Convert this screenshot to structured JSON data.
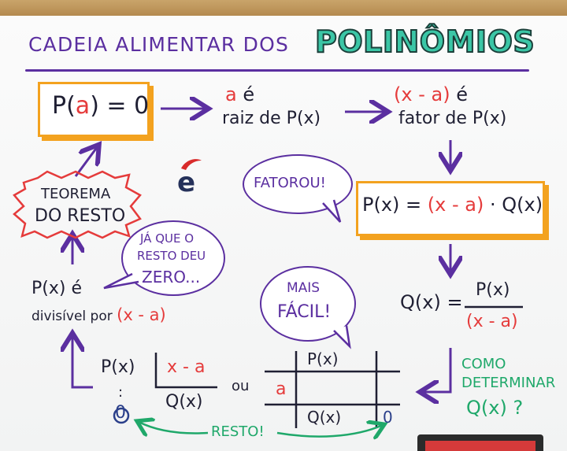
{
  "header": {
    "title": "CADEIA ALIMENTAR DOS",
    "highlight": "POLINÔMIOS"
  },
  "step1": {
    "p": "P(",
    "a": "a",
    "rest": ") = 0"
  },
  "step2": {
    "a": "a",
    "e": "é",
    "line2": "raiz de P(x)"
  },
  "step3": {
    "factor": "(x - a)",
    "e": "é",
    "line2": "fator de P(x)"
  },
  "bubble_fatorou": "FATOROU!",
  "step4": {
    "left": "P(x) =",
    "factor": "(x - a)",
    "right": "· Q(x)"
  },
  "step5": {
    "left": "Q(x) =",
    "num": "P(x)",
    "den": "(x - a)"
  },
  "como": {
    "line1": "COMO",
    "line2": "DETERMINAR",
    "line3": "Q(x) ?"
  },
  "theorem": {
    "line1": "TEOREMA",
    "line2": "DO RESTO"
  },
  "bubble_ja": {
    "line1": "JÁ QUE O",
    "line2": "RESTO DEU",
    "line3": "ZERO..."
  },
  "divisible": {
    "line1": "P(x) é",
    "line2": "divisível por",
    "factor": "(x - a)"
  },
  "bubble_facil": {
    "line1": "MAIS",
    "line2": "FÁCIL!"
  },
  "division": {
    "dividend": "P(x)",
    "divisor": "x - a",
    "quotient": "Q(x)",
    "dots": ":",
    "remainder": "0"
  },
  "or_word": "ou",
  "briot": {
    "top": "P(x)",
    "a": "a",
    "bottom": "Q(x)",
    "remainder": "0"
  },
  "resto_label": "RESTO!",
  "colors": {
    "purple": "#5b2fa0",
    "red": "#e53b3b",
    "orange": "#f3a21f",
    "green": "#1fa86a",
    "teal": "#3bc6a6",
    "ink": "#1f1f33"
  }
}
